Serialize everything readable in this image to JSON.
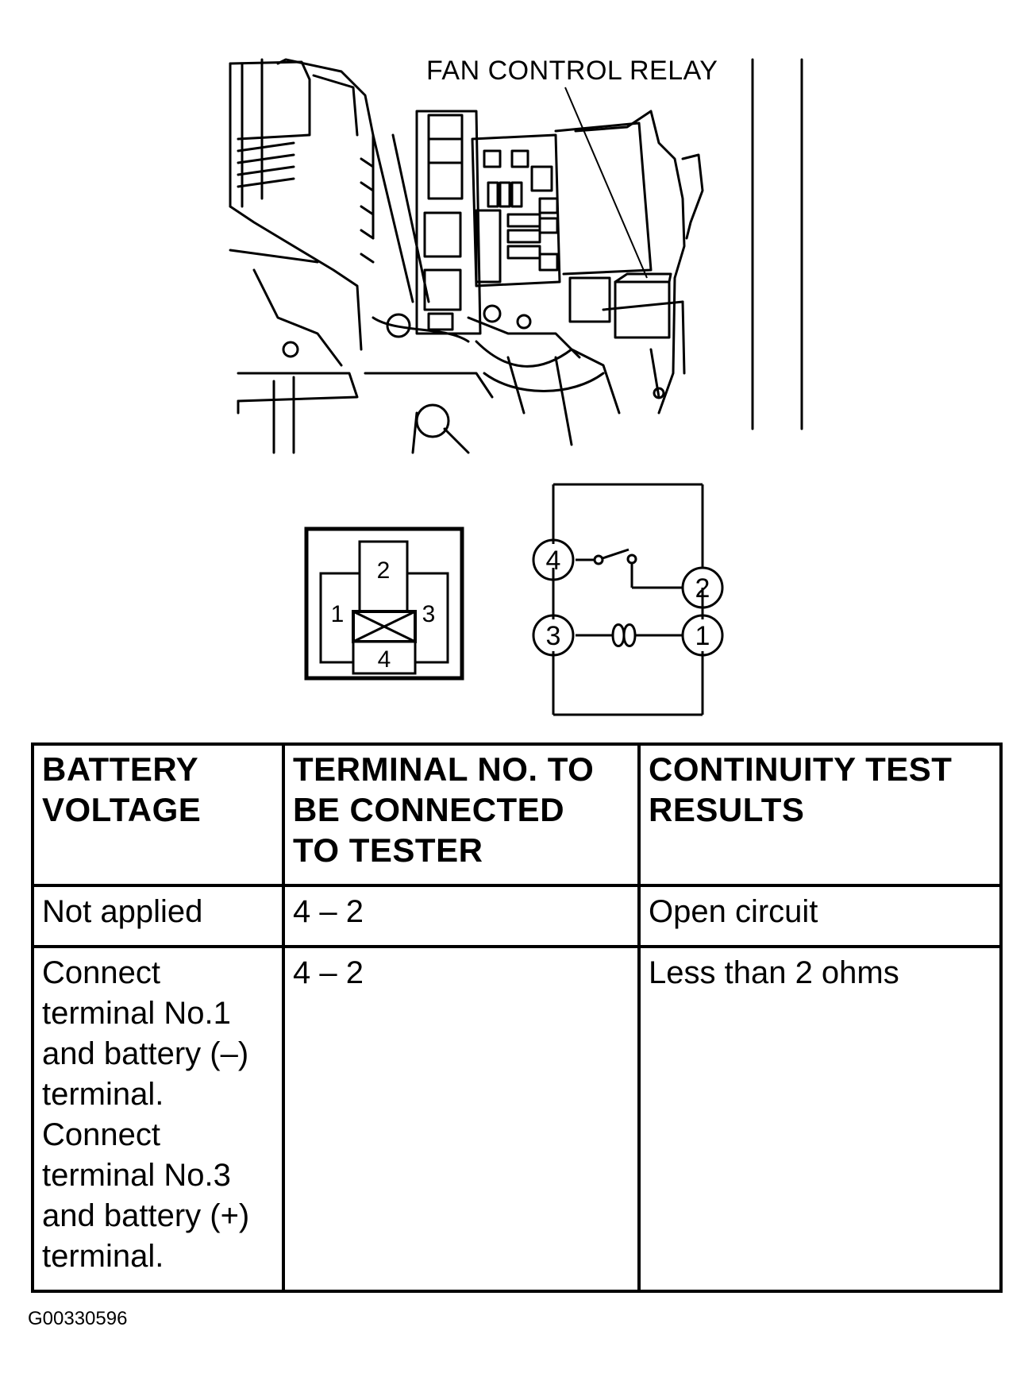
{
  "diagram": {
    "callout_label": "FAN CONTROL RELAY",
    "connector_terminals": [
      "2",
      "1",
      "3",
      "4"
    ],
    "schematic_terminals": [
      "4",
      "2",
      "3",
      "1"
    ]
  },
  "table": {
    "headers": [
      "BATTERY\nVOLTAGE",
      "TERMINAL NO. TO\nBE CONNECTED\nTO TESTER",
      "CONTINUITY TEST\nRESULTS"
    ],
    "rows": [
      [
        "Not applied",
        "4 – 2",
        "Open circuit"
      ],
      [
        "Connect\nterminal No.1\nand battery (–)\nterminal.\nConnect\nterminal No.3\nand battery (+)\nterminal.",
        "4 – 2",
        "Less than 2 ohms"
      ]
    ]
  },
  "figure_id": "G00330596"
}
